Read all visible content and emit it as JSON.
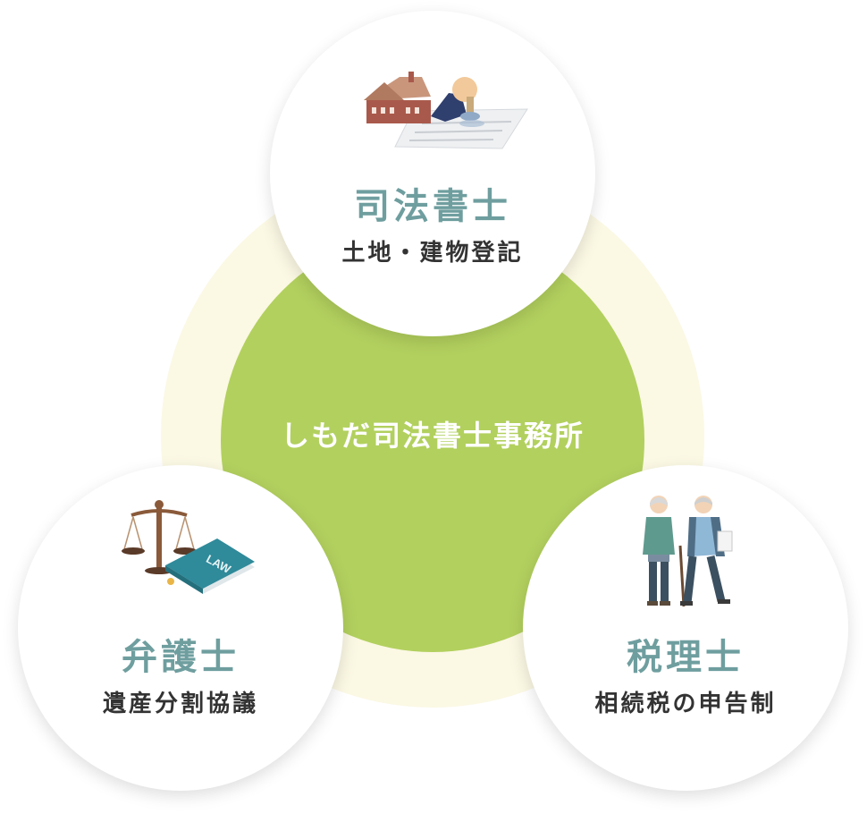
{
  "center": {
    "title": "しもだ司法書士事務所"
  },
  "nodes": {
    "top": {
      "title": "司法書士",
      "subtitle": "土地・建物登記",
      "icon": "house-stamp-icon"
    },
    "left": {
      "title": "弁護士",
      "subtitle": "遺産分割協議",
      "icon": "scales-law-book-icon",
      "book_text": "LAW"
    },
    "right": {
      "title": "税理士",
      "subtitle": "相続税の申告制",
      "icon": "elderly-couple-icon"
    }
  },
  "colors": {
    "outer_ring": "#fbf8e4",
    "center": "#b2d05e",
    "title_teal": "#6f9e9f",
    "subtitle": "#333333"
  }
}
